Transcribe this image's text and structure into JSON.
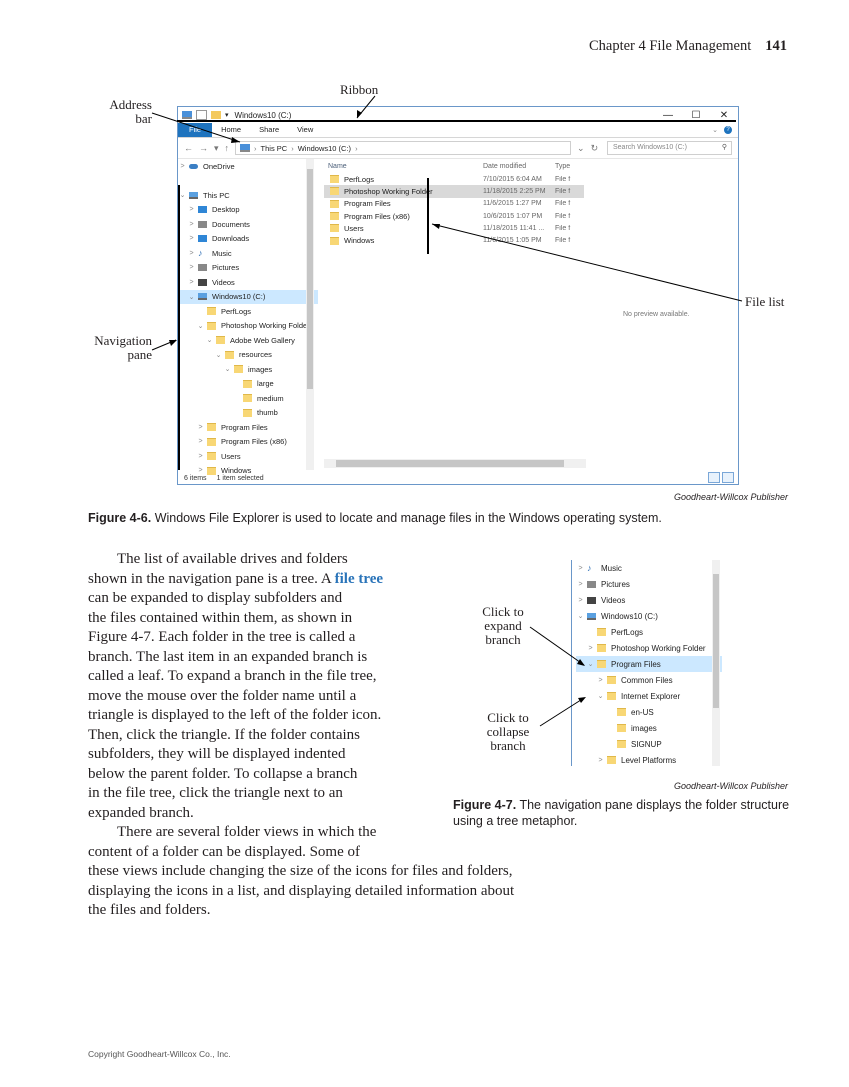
{
  "running_head": {
    "chapter": "Chapter 4  File Management",
    "page": "141"
  },
  "fig6": {
    "callouts": {
      "address_bar": "Address\nbar",
      "ribbon": "Ribbon",
      "navigation_pane": "Navigation\npane",
      "file_list": "File list"
    },
    "window": {
      "title": "Windows10 (C:)",
      "controls": {
        "minimize": "—",
        "maximize": "☐",
        "close": "✕"
      },
      "tabs": [
        "File",
        "Home",
        "Share",
        "View"
      ],
      "address_path": [
        "This PC",
        "Windows10 (C:)"
      ],
      "search_placeholder": "Search Windows10 (C:)",
      "nav_items": [
        {
          "label": "OneDrive",
          "chev": ">",
          "icon": "cloud",
          "indent": 0
        },
        {
          "label": "",
          "chev": "",
          "icon": "",
          "indent": 0
        },
        {
          "label": "This PC",
          "chev": "⌄",
          "icon": "pc",
          "indent": 0
        },
        {
          "label": "Desktop",
          "chev": ">",
          "icon": "blue",
          "indent": 1
        },
        {
          "label": "Documents",
          "chev": ">",
          "icon": "gray",
          "indent": 1
        },
        {
          "label": "Downloads",
          "chev": ">",
          "icon": "blue",
          "indent": 1
        },
        {
          "label": "Music",
          "chev": ">",
          "icon": "music",
          "indent": 1
        },
        {
          "label": "Pictures",
          "chev": ">",
          "icon": "gray",
          "indent": 1
        },
        {
          "label": "Videos",
          "chev": ">",
          "icon": "dark",
          "indent": 1
        },
        {
          "label": "Windows10 (C:)",
          "chev": "⌄",
          "icon": "pc",
          "indent": 1,
          "selected": true
        },
        {
          "label": "PerfLogs",
          "chev": "",
          "icon": "folder",
          "indent": 2
        },
        {
          "label": "Photoshop Working Folder",
          "chev": "⌄",
          "icon": "folder",
          "indent": 2
        },
        {
          "label": "Adobe Web Gallery",
          "chev": "⌄",
          "icon": "folder",
          "indent": 3
        },
        {
          "label": "resources",
          "chev": "⌄",
          "icon": "folder",
          "indent": 4
        },
        {
          "label": "images",
          "chev": "⌄",
          "icon": "folder",
          "indent": 5
        },
        {
          "label": "large",
          "chev": "",
          "icon": "folder",
          "indent": 6
        },
        {
          "label": "medium",
          "chev": "",
          "icon": "folder",
          "indent": 6
        },
        {
          "label": "thumb",
          "chev": "",
          "icon": "folder",
          "indent": 6
        },
        {
          "label": "Program Files",
          "chev": ">",
          "icon": "folder",
          "indent": 2
        },
        {
          "label": "Program Files (x86)",
          "chev": ">",
          "icon": "folder",
          "indent": 2
        },
        {
          "label": "Users",
          "chev": ">",
          "icon": "folder",
          "indent": 2
        },
        {
          "label": "Windows",
          "chev": ">",
          "icon": "folder",
          "indent": 2
        }
      ],
      "columns": {
        "name": "Name",
        "date": "Date modified",
        "type": "Type"
      },
      "files": [
        {
          "name": "PerfLogs",
          "date": "7/10/2015 6:04 AM",
          "type": "File f"
        },
        {
          "name": "Photoshop Working Folder",
          "date": "11/18/2015 2:25 PM",
          "type": "File f",
          "selected": true
        },
        {
          "name": "Program Files",
          "date": "11/6/2015 1:27 PM",
          "type": "File f"
        },
        {
          "name": "Program Files (x86)",
          "date": "10/6/2015 1:07 PM",
          "type": "File f"
        },
        {
          "name": "Users",
          "date": "11/18/2015 11:41 ...",
          "type": "File f"
        },
        {
          "name": "Windows",
          "date": "11/6/2015 1:05 PM",
          "type": "File f"
        }
      ],
      "preview_text": "No preview available.",
      "status": {
        "items": "6 items",
        "selected": "1 item selected"
      }
    },
    "credit": "Goodheart-Willcox Publisher",
    "caption_label": "Figure 4-6.",
    "caption_text": " Windows File Explorer is used to locate and manage files in the Windows operating system."
  },
  "body": {
    "p1_before": "The list of available drives and folders shown in the navigation pane is a tree. A ",
    "p1_term": "file tree",
    "p1_after": " can be expanded to display subfolders and the files contained within them, as shown in Figure 4-7. Each folder in the tree is called a branch. The last item in an expanded branch is called a leaf. To expand a branch in the file tree, move the mouse over the folder name until a triangle is displayed to the left of the folder icon. Then, click the triangle. If the folder contains subfolders, they will be displayed indented below the parent folder. To collapse a branch in the file tree, click the triangle next to an expanded branch.",
    "p2_lines": [
      "There are several folder views in which the",
      "content of a folder can be displayed. Some of",
      "these views include changing the size of the icons for files and folders,",
      "displaying the icons in a list, and displaying detailed information about",
      "the files and folders."
    ],
    "p1_lines": [
      "The list of available drives and folders",
      "shown in the navigation pane is a tree. A ",
      "can be expanded to display subfolders and",
      "the files contained within them, as shown in",
      "Figure 4-7. Each folder in the tree is called a",
      "branch. The last item in an expanded branch is",
      "called a leaf. To expand a branch in the file tree,",
      "move the mouse over the folder name until a",
      "triangle is displayed to the left of the folder icon.",
      "Then, click the triangle. If the folder contains",
      "subfolders, they will be displayed indented",
      "below the parent folder. To collapse a branch",
      "in the file tree, click the triangle next to an",
      "expanded branch."
    ]
  },
  "fig7": {
    "callouts": {
      "expand": "Click to\nexpand\nbranch",
      "collapse": "Click to\ncollapse\nbranch"
    },
    "tree_items": [
      {
        "label": "Music",
        "chev": ">",
        "icon": "music",
        "indent": 0
      },
      {
        "label": "Pictures",
        "chev": ">",
        "icon": "gray",
        "indent": 0
      },
      {
        "label": "Videos",
        "chev": ">",
        "icon": "dark",
        "indent": 0
      },
      {
        "label": "Windows10 (C:)",
        "chev": "⌄",
        "icon": "pc",
        "indent": 0
      },
      {
        "label": "PerfLogs",
        "chev": "",
        "icon": "folder",
        "indent": 1
      },
      {
        "label": "Photoshop Working Folder",
        "chev": ">",
        "icon": "folder",
        "indent": 1
      },
      {
        "label": "Program Files",
        "chev": "⌄",
        "icon": "folder",
        "indent": 1,
        "selected": true
      },
      {
        "label": "Common Files",
        "chev": ">",
        "icon": "folder",
        "indent": 2
      },
      {
        "label": "Internet Explorer",
        "chev": "⌄",
        "icon": "folder",
        "indent": 2
      },
      {
        "label": "en-US",
        "chev": "",
        "icon": "folder",
        "indent": 3
      },
      {
        "label": "images",
        "chev": "",
        "icon": "folder",
        "indent": 3
      },
      {
        "label": "SIGNUP",
        "chev": "",
        "icon": "folder",
        "indent": 3
      },
      {
        "label": "Level Platforms",
        "chev": ">",
        "icon": "folder",
        "indent": 2
      }
    ],
    "credit": "Goodheart-Willcox Publisher",
    "caption_label": "Figure 4-7.",
    "caption_text": " The navigation pane displays the folder structure using a tree metaphor."
  },
  "footer": "Copyright Goodheart-Willcox Co., Inc."
}
